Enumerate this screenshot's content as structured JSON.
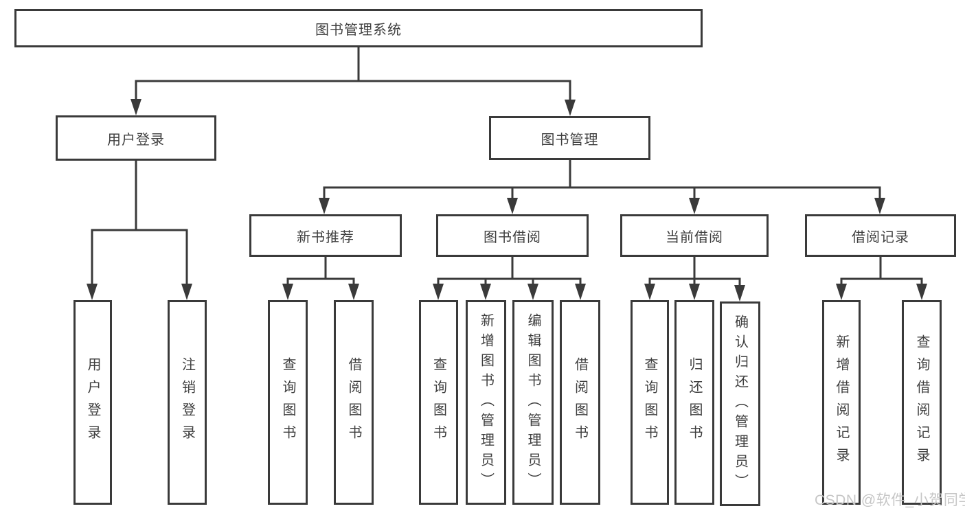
{
  "diagram": {
    "root": {
      "label": "图书管理系统"
    },
    "login": {
      "label": "用户登录",
      "children": [
        {
          "label": "用户登录"
        },
        {
          "label": "注销登录"
        }
      ]
    },
    "manage": {
      "label": "图书管理",
      "groups": [
        {
          "label": "新书推荐",
          "children": [
            {
              "label": "查询图书"
            },
            {
              "label": "借阅图书"
            }
          ]
        },
        {
          "label": "图书借阅",
          "children": [
            {
              "label": "查询图书"
            },
            {
              "label": "新增图书（管理员）"
            },
            {
              "label": "编辑图书（管理员）"
            },
            {
              "label": "借阅图书"
            }
          ]
        },
        {
          "label": "当前借阅",
          "children": [
            {
              "label": "查询图书"
            },
            {
              "label": "归还图书"
            },
            {
              "label": "确认归还（管理员）"
            }
          ]
        },
        {
          "label": "借阅记录",
          "children": [
            {
              "label": "新增借阅记录"
            },
            {
              "label": "查询借阅记录"
            }
          ]
        }
      ]
    },
    "watermark": "CSDN @软件_小贺同学",
    "colors": {
      "line": "#3a3a3a",
      "text": "#3f3f3f",
      "watermark": "#c6c6c6",
      "background": "#ffffff"
    }
  }
}
